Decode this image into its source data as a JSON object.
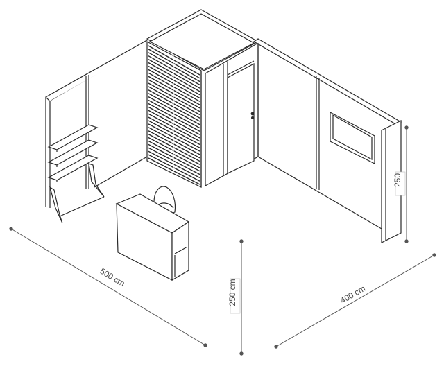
{
  "dimensions": {
    "width_label": "500 cm",
    "height_label": "250 cm",
    "depth_label": "400 cm",
    "wall_height_label": "250"
  },
  "colors": {
    "line": "#2a2a2a",
    "dimension": "#555555",
    "fill": "#ffffff",
    "shade": "#f2f2f2"
  }
}
